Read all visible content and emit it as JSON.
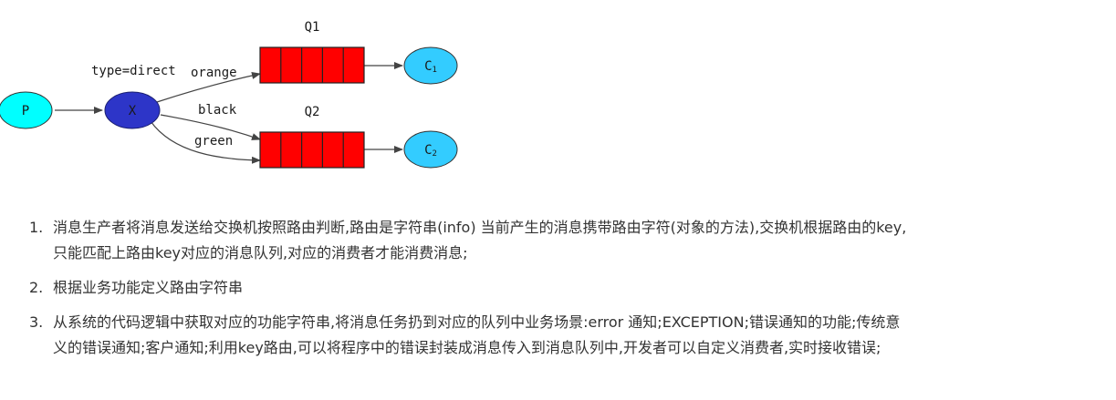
{
  "diagram": {
    "producer": "P",
    "exchange": "X",
    "exchange_type": "type=direct",
    "queues": [
      {
        "name": "Q1",
        "consumer": "C",
        "consumer_sub": "1",
        "bindings": [
          "orange"
        ]
      },
      {
        "name": "Q2",
        "consumer": "C",
        "consumer_sub": "2",
        "bindings": [
          "black",
          "green"
        ]
      }
    ],
    "colors": {
      "producer_fill": "#00ffff",
      "exchange_fill": "#2d35c8",
      "queue_fill": "#ff0000",
      "consumer_fill": "#33ccff",
      "line": "#444444"
    }
  },
  "steps": [
    {
      "number": "1.",
      "lines": [
        "消息生产者将消息发送给交换机按照路由判断,路由是字符串(info) 当前产生的消息携带路由字符(对象的方法),交换机根据路由的key,",
        "只能匹配上路由key对应的消息队列,对应的消费者才能消费消息;"
      ]
    },
    {
      "number": "2.",
      "lines": [
        "根据业务功能定义路由字符串"
      ]
    },
    {
      "number": "3.",
      "lines": [
        "从系统的代码逻辑中获取对应的功能字符串,将消息任务扔到对应的队列中业务场景:error 通知;EXCEPTION;错误通知的功能;传统意",
        "义的错误通知;客户通知;利用key路由,可以将程序中的错误封装成消息传入到消息队列中,开发者可以自定义消费者,实时接收错误;"
      ]
    }
  ]
}
